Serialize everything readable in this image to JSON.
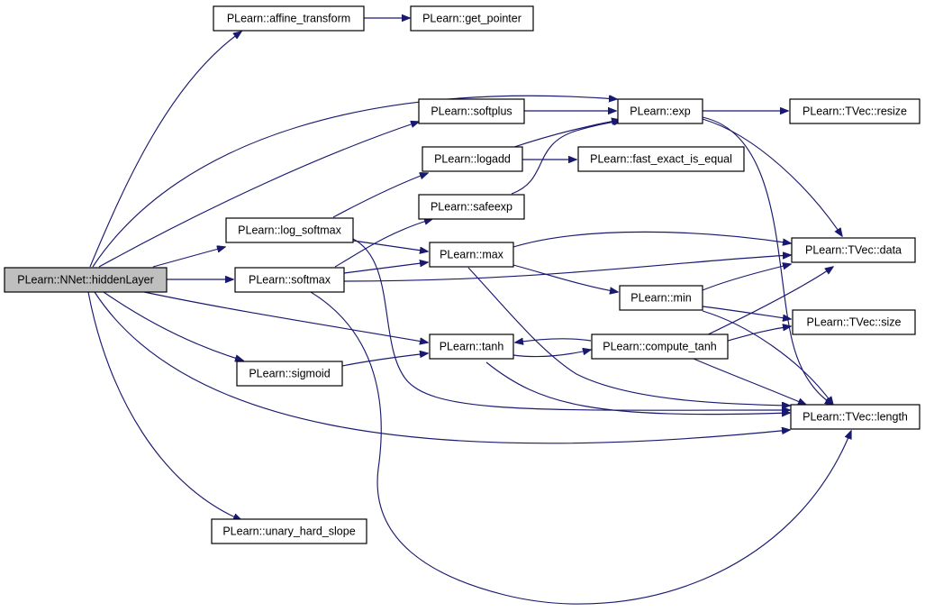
{
  "diagram": {
    "edge_color": "#191970",
    "root_fill": "#bfbfbf",
    "nodes": [
      {
        "id": "hiddenLayer",
        "label": "PLearn::NNet::hiddenLayer",
        "root": true
      },
      {
        "id": "affine_transform",
        "label": "PLearn::affine_transform"
      },
      {
        "id": "get_pointer",
        "label": "PLearn::get_pointer"
      },
      {
        "id": "softplus",
        "label": "PLearn::softplus"
      },
      {
        "id": "exp",
        "label": "PLearn::exp"
      },
      {
        "id": "tvec_resize",
        "label": "PLearn::TVec::resize"
      },
      {
        "id": "logadd",
        "label": "PLearn::logadd"
      },
      {
        "id": "fast_exact_is_equal",
        "label": "PLearn::fast_exact_is_equal"
      },
      {
        "id": "safeexp",
        "label": "PLearn::safeexp"
      },
      {
        "id": "log_softmax",
        "label": "PLearn::log_softmax"
      },
      {
        "id": "max",
        "label": "PLearn::max"
      },
      {
        "id": "tvec_data",
        "label": "PLearn::TVec::data"
      },
      {
        "id": "softmax",
        "label": "PLearn::softmax"
      },
      {
        "id": "min",
        "label": "PLearn::min"
      },
      {
        "id": "tvec_size",
        "label": "PLearn::TVec::size"
      },
      {
        "id": "tanh",
        "label": "PLearn::tanh"
      },
      {
        "id": "compute_tanh",
        "label": "PLearn::compute_tanh"
      },
      {
        "id": "sigmoid",
        "label": "PLearn::sigmoid"
      },
      {
        "id": "tvec_length",
        "label": "PLearn::TVec::length"
      },
      {
        "id": "unary_hard_slope",
        "label": "PLearn::unary_hard_slope"
      }
    ],
    "edges": [
      {
        "from": "hiddenLayer",
        "to": "affine_transform"
      },
      {
        "from": "affine_transform",
        "to": "get_pointer"
      },
      {
        "from": "hiddenLayer",
        "to": "exp"
      },
      {
        "from": "hiddenLayer",
        "to": "softplus"
      },
      {
        "from": "softplus",
        "to": "exp"
      },
      {
        "from": "exp",
        "to": "tvec_resize"
      },
      {
        "from": "exp",
        "to": "tvec_data"
      },
      {
        "from": "exp",
        "to": "tvec_length"
      },
      {
        "from": "logadd",
        "to": "exp"
      },
      {
        "from": "logadd",
        "to": "fast_exact_is_equal"
      },
      {
        "from": "safeexp",
        "to": "exp"
      },
      {
        "from": "hiddenLayer",
        "to": "log_softmax"
      },
      {
        "from": "log_softmax",
        "to": "logadd"
      },
      {
        "from": "log_softmax",
        "to": "max"
      },
      {
        "from": "log_softmax",
        "to": "tvec_length"
      },
      {
        "from": "hiddenLayer",
        "to": "softmax"
      },
      {
        "from": "softmax",
        "to": "safeexp"
      },
      {
        "from": "softmax",
        "to": "max"
      },
      {
        "from": "softmax",
        "to": "tvec_data"
      },
      {
        "from": "softmax",
        "to": "tvec_length"
      },
      {
        "from": "max",
        "to": "tvec_data"
      },
      {
        "from": "max",
        "to": "min"
      },
      {
        "from": "max",
        "to": "tvec_length"
      },
      {
        "from": "min",
        "to": "tvec_data"
      },
      {
        "from": "min",
        "to": "tvec_size"
      },
      {
        "from": "min",
        "to": "tvec_length"
      },
      {
        "from": "hiddenLayer",
        "to": "tanh"
      },
      {
        "from": "tanh",
        "to": "compute_tanh"
      },
      {
        "from": "compute_tanh",
        "to": "tanh"
      },
      {
        "from": "compute_tanh",
        "to": "tvec_data"
      },
      {
        "from": "compute_tanh",
        "to": "tvec_size"
      },
      {
        "from": "compute_tanh",
        "to": "tvec_length"
      },
      {
        "from": "tanh",
        "to": "tvec_length"
      },
      {
        "from": "hiddenLayer",
        "to": "sigmoid"
      },
      {
        "from": "sigmoid",
        "to": "tanh"
      },
      {
        "from": "hiddenLayer",
        "to": "tvec_length"
      },
      {
        "from": "hiddenLayer",
        "to": "unary_hard_slope"
      }
    ]
  }
}
